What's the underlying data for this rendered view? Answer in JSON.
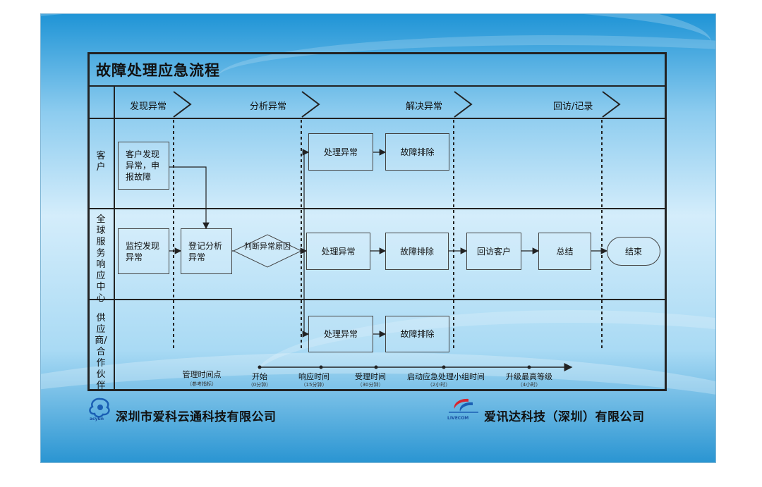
{
  "title": "故障处理应急流程",
  "phases": [
    {
      "label": "发现异常"
    },
    {
      "label": "分析异常"
    },
    {
      "label": "解决异常"
    },
    {
      "label": "回访/记录"
    }
  ],
  "lanes": [
    {
      "label": "客户"
    },
    {
      "label": "全球服务响应中心"
    },
    {
      "label": "供应商/合作伙伴"
    }
  ],
  "nodes": {
    "customer_report": "客户发现异常，申报故障",
    "customer_handle": "处理异常",
    "customer_fix": "故障排除",
    "monitor": "监控发现异常",
    "register": "登记分析异常",
    "judge": "判断异常原因",
    "center_handle": "处理异常",
    "center_fix": "故障排除",
    "revisit": "回访客户",
    "summary": "总结",
    "end": "结束",
    "supplier_handle": "处理异常",
    "supplier_fix": "故障排除"
  },
  "timeline": {
    "title": "管理时间点",
    "title_sub": "（参考指标）",
    "points": [
      {
        "label": "开始",
        "sub": "（0分钟）"
      },
      {
        "label": "响应时间",
        "sub": "（15分钟）"
      },
      {
        "label": "受理时间",
        "sub": "（30分钟）"
      },
      {
        "label": "启动应急处理小组时间",
        "sub": "（2小时）"
      },
      {
        "label": "升级最高等级",
        "sub": "（4小时）"
      }
    ]
  },
  "footer": {
    "left_company": "深圳市爱科云通科技有限公司",
    "left_logo_text": "acyun",
    "right_company": "爱讯达科技（深圳）有限公司",
    "right_logo_text": "LIVECOM"
  }
}
